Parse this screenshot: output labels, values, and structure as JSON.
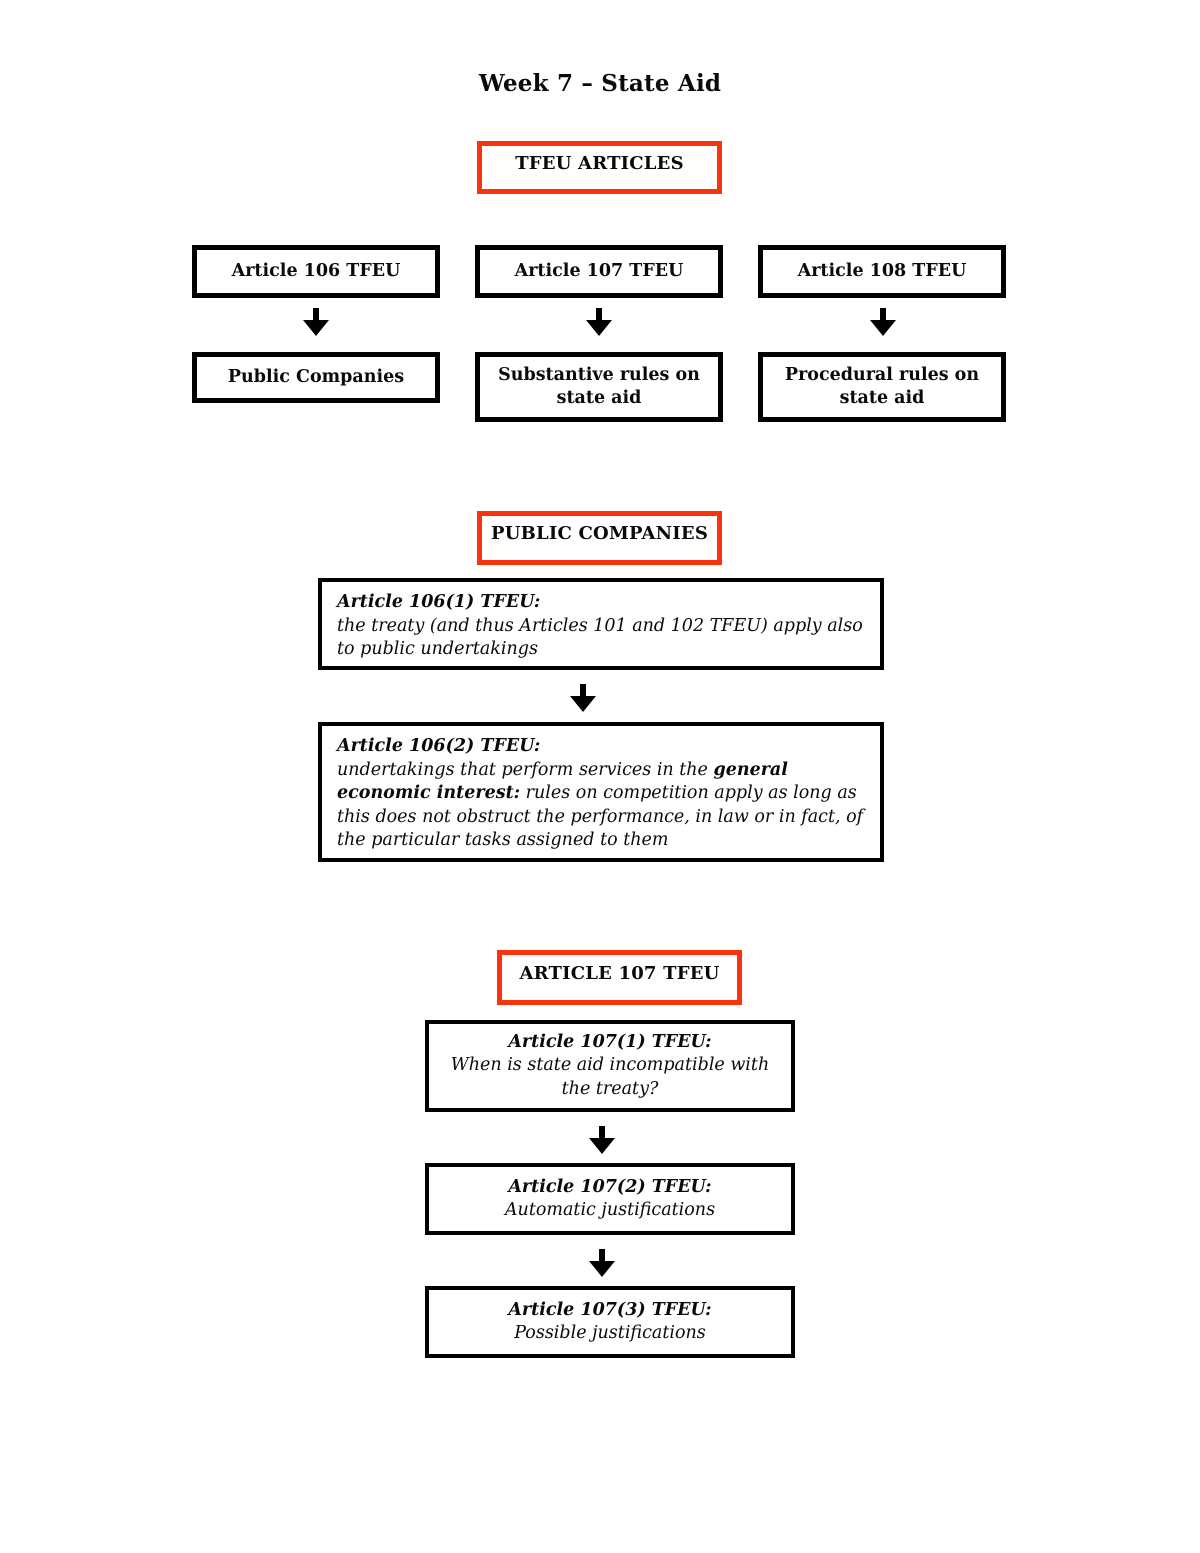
{
  "page": {
    "title": "Week 7 – State Aid"
  },
  "colors": {
    "accent_red": "#f93210",
    "border_black": "#000000",
    "background": "#ffffff"
  },
  "tfeu_articles": {
    "header": "TFEU ARTICLES",
    "columns": [
      {
        "article": "Article 106 TFEU",
        "topic": "Public Companies"
      },
      {
        "article": "Article 107 TFEU",
        "topic": "Substantive rules on state aid"
      },
      {
        "article": "Article 108 TFEU",
        "topic": "Procedural rules on state aid"
      }
    ]
  },
  "public_companies": {
    "header": "PUBLIC COMPANIES",
    "box1": {
      "heading": "Article 106(1) TFEU:",
      "body": "the treaty (and thus Articles 101 and 102 TFEU) apply also to public undertakings"
    },
    "box2": {
      "heading": "Article 106(2) TFEU:",
      "body_pre": "undertakings that perform services in the ",
      "body_emphasis": "general economic interest:",
      "body_post": " rules on competition apply as long as this does not obstruct the performance, in law or in fact, of the particular tasks assigned to them"
    }
  },
  "article_107": {
    "header": "ARTICLE 107 TFEU",
    "boxes": [
      {
        "heading": "Article 107(1) TFEU:",
        "body": "When is state aid incompatible with the treaty?"
      },
      {
        "heading": "Article 107(2) TFEU:",
        "body": "Automatic justifications"
      },
      {
        "heading": "Article 107(3) TFEU:",
        "body": "Possible justifications"
      }
    ]
  }
}
